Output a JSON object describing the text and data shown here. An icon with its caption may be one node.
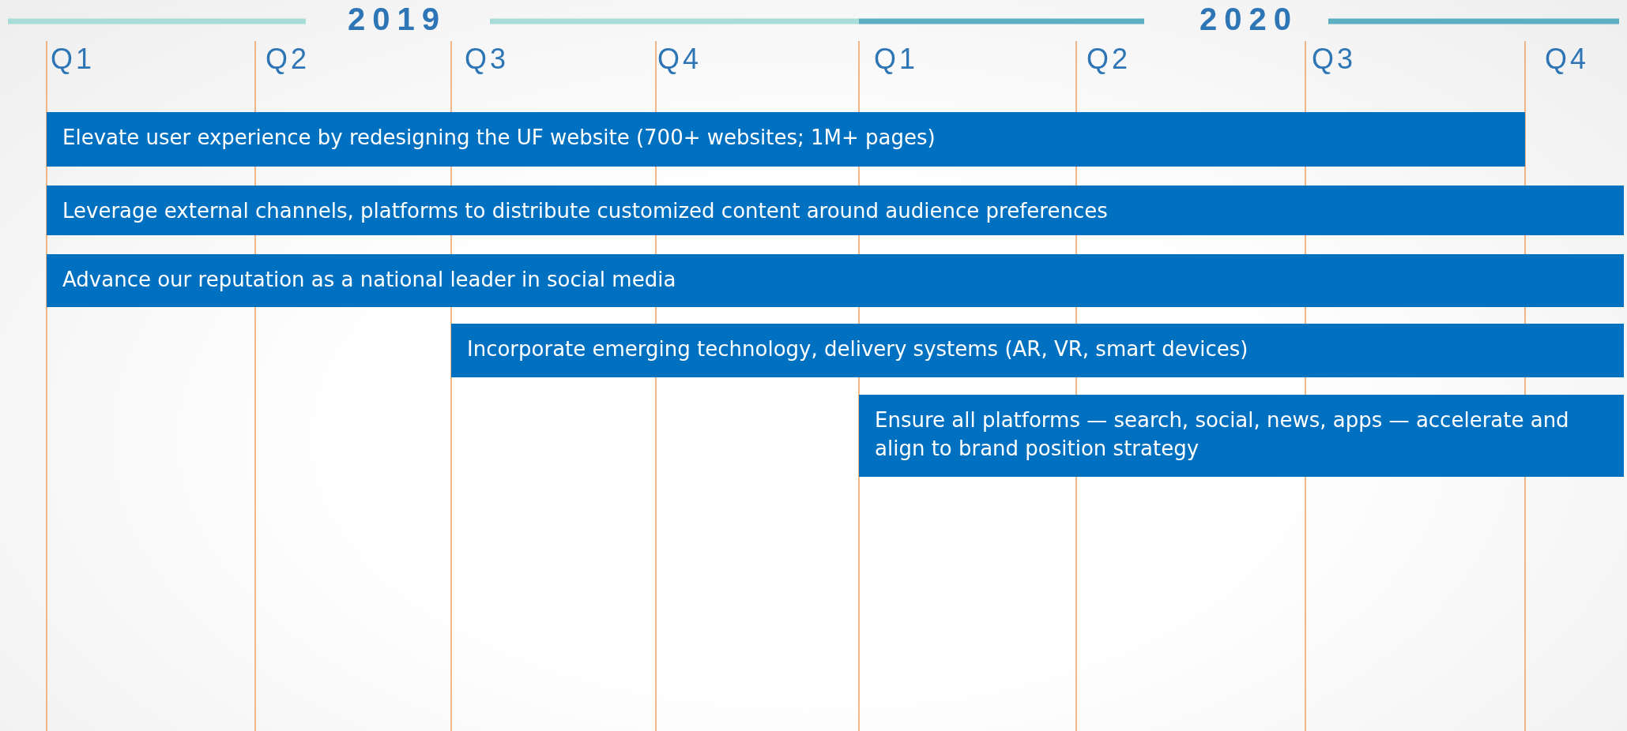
{
  "diagram": {
    "nodes": [
      {
        "text": [
          "Elevate user experience by redesigning the UF website (700+ websites; 1M+ pages)"
        ]
      },
      {
        "text": [
          "Leverage external channels, platforms to distribute customized content around audience preferences"
        ]
      },
      {
        "text": [
          "Advance our reputation as a national leader in social media"
        ]
      },
      {
        "text": [
          "Incorporate emerging technology, delivery systems (AR, VR, smart devices)"
        ]
      },
      {
        "text": [
          "Ensure all platforms — search, social, news, apps — accelerate and align to brand position strategy"
        ]
      }
    ],
    "labels": [
      "2019",
      "2020",
      "Q1",
      "Q2",
      "Q3",
      "Q4",
      "Q1",
      "Q2",
      "Q3",
      "Q4"
    ]
  }
}
